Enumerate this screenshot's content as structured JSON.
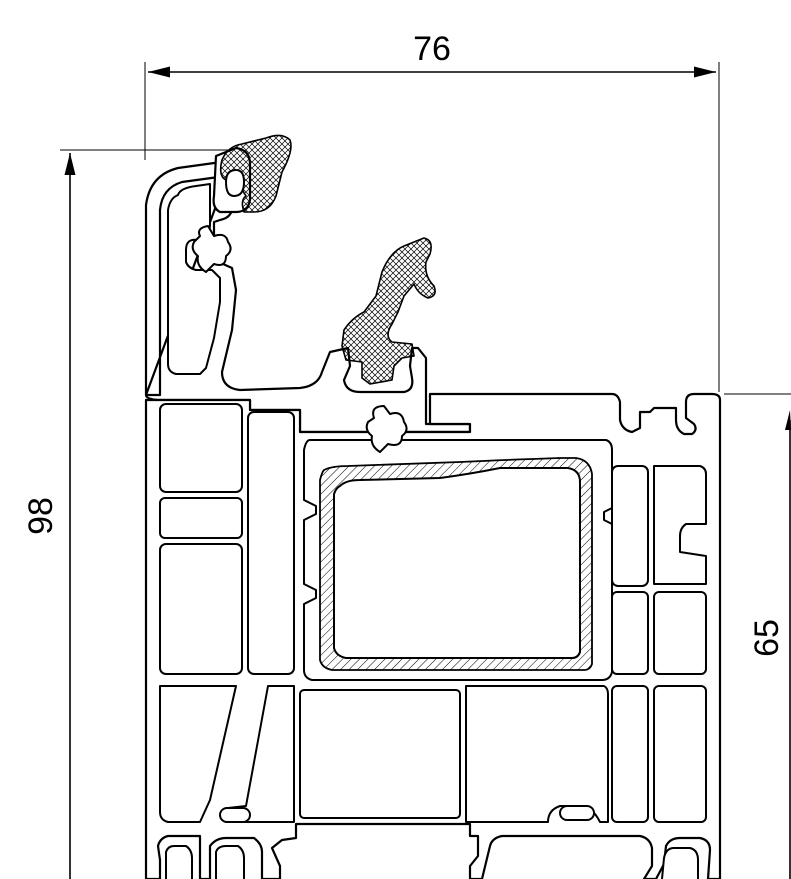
{
  "dimensions": {
    "width_label": "76",
    "height_label": "98",
    "depth_label": "65"
  },
  "colors": {
    "line": "#000000",
    "background": "#ffffff"
  }
}
